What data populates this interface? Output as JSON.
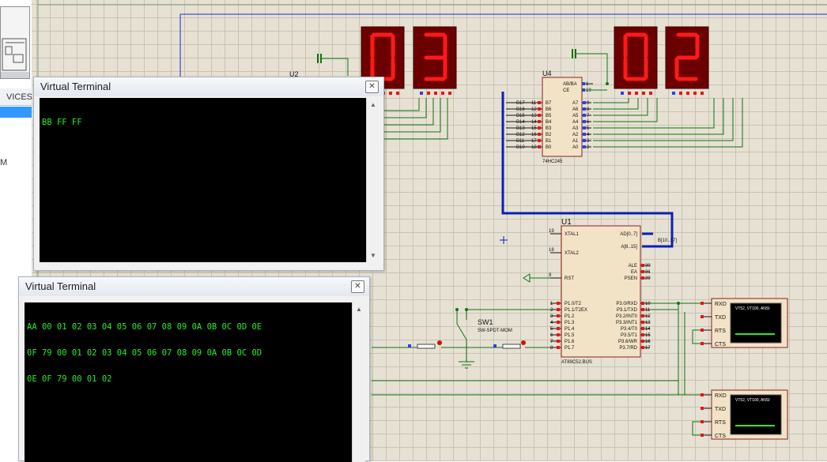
{
  "sidebar": {
    "devices_label": "VICES",
    "stray_char": "M"
  },
  "terminal1": {
    "title": "Virtual Terminal",
    "close_glyph": "✕",
    "lines": [
      "BB FF FF"
    ]
  },
  "terminal2": {
    "title": "Virtual Terminal",
    "close_glyph": "✕",
    "lines": [
      "AA 00 01 02 03 04 05 06 07 08 09 0A 0B 0C 0D 0E",
      "0F 79 00 01 02 03 04 05 06 07 08 09 0A 0B 0C 0D",
      "0E 0F 79 00 01 02"
    ]
  },
  "schematic": {
    "displays": {
      "left_digits": [
        "0",
        "3"
      ],
      "right_digits": [
        "0",
        "2"
      ],
      "segment_color": "#ff1a1a",
      "body_color": "#6b0000"
    },
    "u2": {
      "ref": "U2"
    },
    "u4": {
      "ref": "U4",
      "part": "74HC245",
      "left_pins": [
        {
          "name": "B7",
          "net": "B17",
          "num": "11"
        },
        {
          "name": "B6",
          "net": "B16",
          "num": "12"
        },
        {
          "name": "B5",
          "net": "B15",
          "num": "13"
        },
        {
          "name": "B4",
          "net": "B14",
          "num": "14"
        },
        {
          "name": "B3",
          "net": "B13",
          "num": "15"
        },
        {
          "name": "B2",
          "net": "B12",
          "num": "16"
        },
        {
          "name": "B1",
          "net": "B11",
          "num": "17"
        },
        {
          "name": "B0",
          "net": "B10",
          "num": "18"
        }
      ],
      "top_pins": [
        {
          "name": "AB/BA",
          "num": "1"
        },
        {
          "name": "CE",
          "num": "19"
        }
      ],
      "right_pins": [
        {
          "name": "A7",
          "num": "9"
        },
        {
          "name": "A6",
          "num": "8"
        },
        {
          "name": "A5",
          "num": "7"
        },
        {
          "name": "A4",
          "num": "6"
        },
        {
          "name": "A3",
          "num": "5"
        },
        {
          "name": "A2",
          "num": "4"
        },
        {
          "name": "A1",
          "num": "3"
        },
        {
          "name": "A0",
          "num": "2"
        }
      ]
    },
    "u1": {
      "ref": "U1",
      "part": "AT89C52.BUS",
      "top_left_pins": [
        {
          "name": "XTAL1",
          "num": "19"
        },
        {
          "name": "XTAL2",
          "num": "18"
        },
        {
          "name": "RST",
          "num": "9"
        }
      ],
      "port1_pins": [
        {
          "name": "P1.0/T2",
          "num": "1"
        },
        {
          "name": "P1.1/T2EX",
          "num": "2"
        },
        {
          "name": "P1.2",
          "num": "3"
        },
        {
          "name": "P1.3",
          "num": "4"
        },
        {
          "name": "P1.4",
          "num": "5"
        },
        {
          "name": "P1.5",
          "num": "6"
        },
        {
          "name": "P1.6",
          "num": "7"
        },
        {
          "name": "P1.7",
          "num": "8"
        }
      ],
      "bus_pins": [
        {
          "name": "AD[0..7]"
        },
        {
          "name": "A[8..15]"
        }
      ],
      "bus_label": "B[10..17]",
      "ctrl_pins": [
        {
          "name": "ALE",
          "num": "30"
        },
        {
          "name": "EA",
          "num": "31"
        },
        {
          "name": "PSEN",
          "num": "29"
        }
      ],
      "port3_pins": [
        {
          "name": "P3.0/RXD",
          "num": "10"
        },
        {
          "name": "P3.1/TXD",
          "num": "11"
        },
        {
          "name": "P3.2/INT0",
          "num": "12"
        },
        {
          "name": "P3.3/INT1",
          "num": "13"
        },
        {
          "name": "P3.4/T0",
          "num": "14"
        },
        {
          "name": "P3.5/T1",
          "num": "15"
        },
        {
          "name": "P3.6/WR",
          "num": "16"
        },
        {
          "name": "P3.7/RD",
          "num": "17"
        }
      ]
    },
    "sw1": {
      "ref": "SW1",
      "part": "SW-SPDT-MOM"
    },
    "vterm_components": [
      {
        "pins": [
          "RXD",
          "TXD",
          "RTS",
          "CTS"
        ],
        "caption": "VT52, VT100, ANSI"
      },
      {
        "pins": [
          "RXD",
          "TXD",
          "RTS",
          "CTS"
        ],
        "caption": "VT52, VT100, ANSI"
      }
    ],
    "colors": {
      "wire": "#127212",
      "bus": "#0a1fb8",
      "component_body": "#f3e3c6",
      "component_border": "#8a1f1f",
      "pin_text": "#111111"
    }
  }
}
